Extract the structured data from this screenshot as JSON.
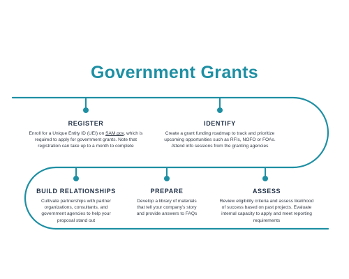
{
  "title": "Government Grants",
  "colors": {
    "accent": "#1e8fa3",
    "heading": "#1f2f45",
    "text": "#333b46"
  },
  "steps": [
    {
      "title": "REGISTER",
      "lines": [
        [
          "Enroll for a Unique Entity ID (UEI) on ",
          "SAM.gov",
          ", which is"
        ],
        [
          "required to apply for government grants. Note that"
        ],
        [
          "registration can take up to a month to complete"
        ]
      ]
    },
    {
      "title": "IDENTIFY",
      "lines": [
        [
          "Create a grant funding roadmap to track and prioritize"
        ],
        [
          "upcoming opportunities such as RFIs, NOFO or FOAs."
        ],
        [
          "Attend info sessions from the granting agencies"
        ]
      ]
    },
    {
      "title": "BUILD RELATIONSHIPS",
      "lines": [
        [
          "Cultivate partnerships with partner"
        ],
        [
          "organizations, consultants, and"
        ],
        [
          "government agencies to help your"
        ],
        [
          "proposal stand out"
        ]
      ]
    },
    {
      "title": "PREPARE",
      "lines": [
        [
          "Develop a library of materials"
        ],
        [
          "that tell your company's story"
        ],
        [
          "and provide answers to FAQs"
        ]
      ]
    },
    {
      "title": "ASSESS",
      "lines": [
        [
          "Review eligibility criteria and assess likelihood"
        ],
        [
          "of success based on past projects. Evaluate"
        ],
        [
          "internal capacity to apply and meet reporting"
        ],
        [
          "requirements"
        ]
      ]
    }
  ]
}
